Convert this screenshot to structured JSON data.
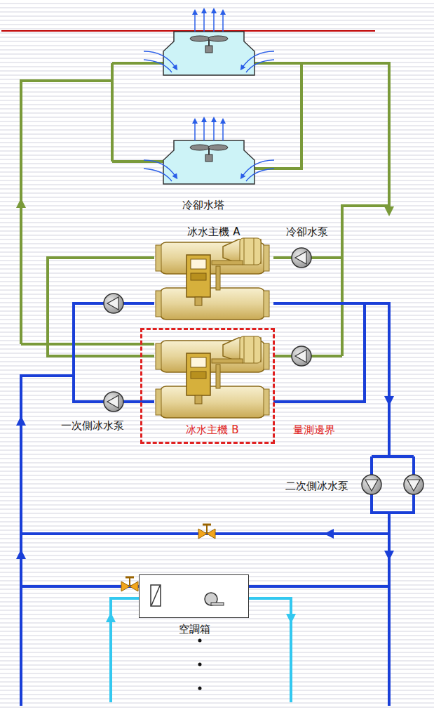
{
  "diagram": {
    "nodes": [
      {
        "text": [
          "冰水主機 A"
        ]
      },
      {
        "text": [
          "量測邊界"
        ]
      },
      {
        "text": [
          "冰水主機 B"
        ],
        "in": 1
      },
      {
        "text": [
          "空調箱"
        ]
      }
    ],
    "labels": [
      "冷卻水塔",
      "冷卻水泵",
      "一次側冰水泵",
      "二次側冰水泵"
    ]
  }
}
